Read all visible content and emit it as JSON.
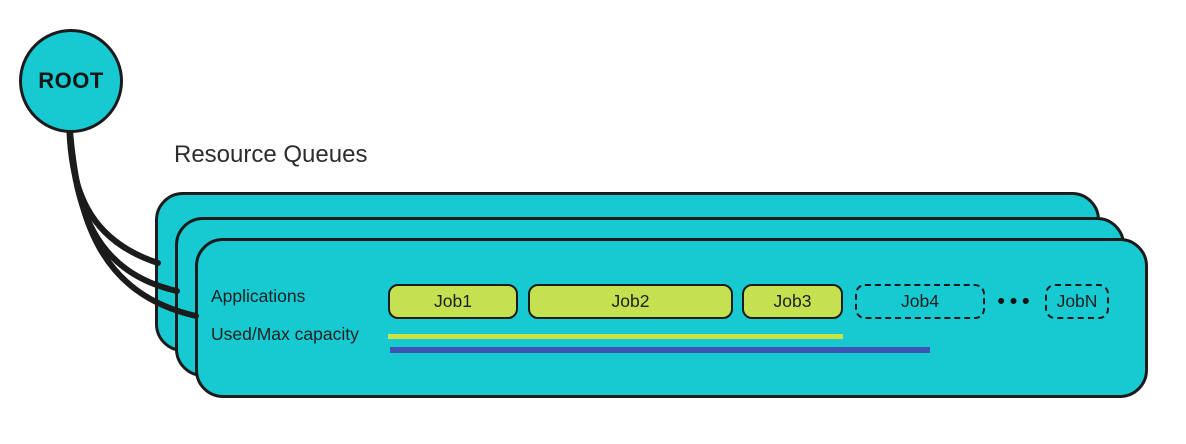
{
  "diagram": {
    "root_node": {
      "label": "ROOT"
    },
    "title": "Resource Queues",
    "queue_card": {
      "stacked_cards_count": 3,
      "applications_label": "Applications",
      "capacity_label": "Used/Max capacity",
      "jobs": [
        {
          "label": "Job1",
          "style": "solid"
        },
        {
          "label": "Job2",
          "style": "solid"
        },
        {
          "label": "Job3",
          "style": "solid"
        },
        {
          "label": "Job4",
          "style": "dashed"
        },
        {
          "label": "JobN",
          "style": "dashed"
        }
      ],
      "ellipsis": "•••"
    },
    "colors": {
      "node_and_card_fill": "#17cad2",
      "outline": "#1b1b1b",
      "job_fill": "#c4e14f",
      "used_bar": "#cbe443",
      "max_bar": "#4153b3"
    }
  }
}
